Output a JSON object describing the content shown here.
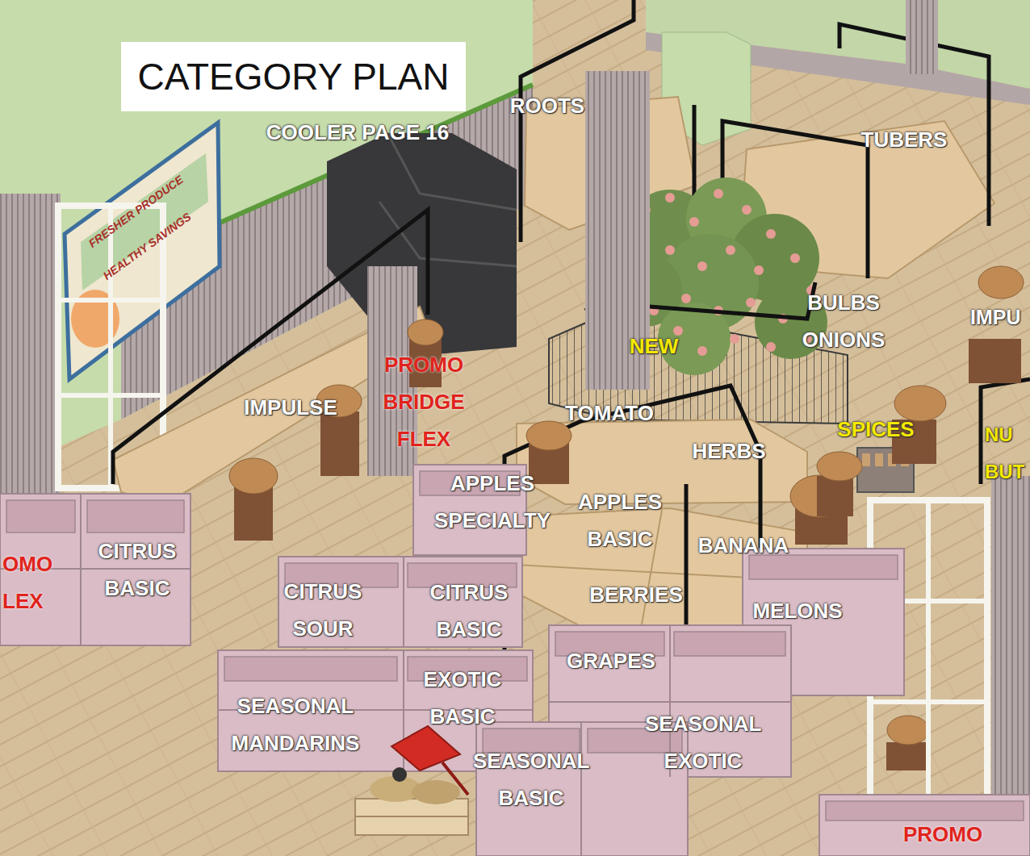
{
  "diagram": {
    "title": "CATEGORY PLAN",
    "labels": [
      "COOLER PAGE 16",
      "ROOTS",
      "TUBERS",
      "IMPU",
      "BULBS ONIONS",
      "NEW",
      "SPICES",
      "NU BUT",
      "PROMO BRIDGE FLEX",
      "IMPULSE",
      "TOMATO",
      "HERBS",
      "APPLES SPECIALTY",
      "APPLES BASIC",
      "BANANA",
      "OMO LEX",
      "CITRUS BASIC",
      "CITRUS SOUR",
      "CITRUS BASIC",
      "BERRIES",
      "MELONS",
      "GRAPES",
      "EXOTIC BASIC",
      "SEASONAL MANDARINS",
      "SEASONAL EXOTIC",
      "SEASONAL BASIC",
      "PROMO",
      "FRESHER PRODUCE",
      "HEALTHY SAVINGS"
    ]
  }
}
